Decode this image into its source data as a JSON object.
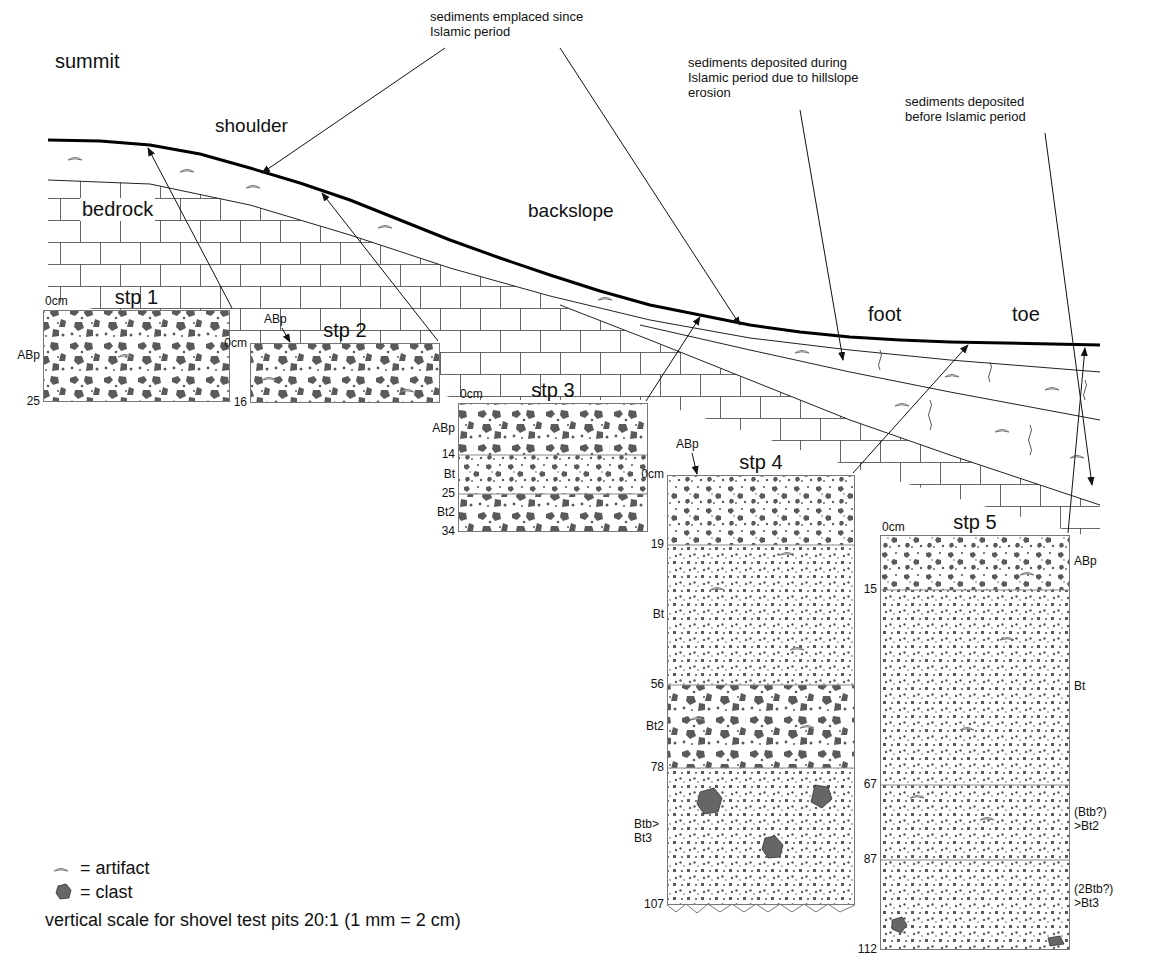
{
  "diagram": {
    "nodes": [
      {
        "text": [
          "stp 1"
        ]
      },
      {
        "text": [
          "stp 2"
        ]
      },
      {
        "text": [
          "stp 3"
        ]
      },
      {
        "text": [
          "stp 4"
        ]
      },
      {
        "text": [
          "stp 5"
        ]
      }
    ],
    "labels": [
      "sediments emplaced since Islamic period",
      "sediments deposited during Islamic period due to hillslope erosion",
      "sediments deposited before Islamic period",
      "summit",
      "shoulder",
      "bedrock",
      "backslope",
      "foot",
      "toe",
      "0cm",
      "ABp",
      "25",
      "ABp",
      "0cm",
      "16",
      "0cm",
      "ABp",
      "14",
      "Bt",
      "25",
      "Bt2",
      "34",
      "ABp",
      "0cm",
      "19",
      "Bt",
      "56",
      "Bt2",
      "78",
      "Btb> Bt3",
      "107",
      "0cm",
      "ABp",
      "15",
      "Bt",
      "67",
      "(Btb?) >Bt2",
      "87",
      "(2Btb?) >Bt3",
      "112",
      "vertical scale for shovel test pits 20:1 (1 mm = 2 cm)"
    ],
    "legend": [
      {
        "text": "= artifact"
      },
      {
        "text": "= clast"
      }
    ]
  }
}
